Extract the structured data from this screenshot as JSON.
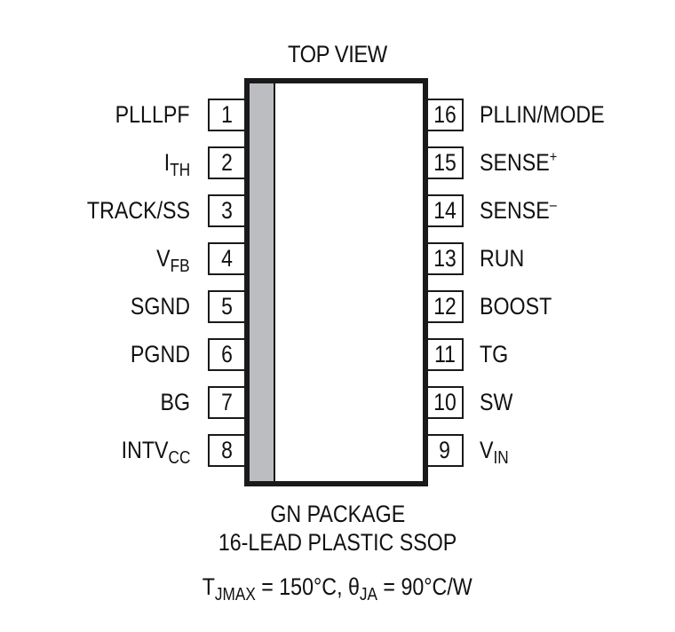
{
  "title": "TOP VIEW",
  "package": {
    "body_color": "#ffffff",
    "stripe_color": "#bcbdc0",
    "outline_color": "#1a1a1a"
  },
  "left_pins": [
    {
      "number": "1",
      "name": "PLLLPF",
      "sub": "",
      "sup": ""
    },
    {
      "number": "2",
      "name": "I",
      "sub": "TH",
      "sup": ""
    },
    {
      "number": "3",
      "name": "TRACK/SS",
      "sub": "",
      "sup": ""
    },
    {
      "number": "4",
      "name": "V",
      "sub": "FB",
      "sup": ""
    },
    {
      "number": "5",
      "name": "SGND",
      "sub": "",
      "sup": ""
    },
    {
      "number": "6",
      "name": "PGND",
      "sub": "",
      "sup": ""
    },
    {
      "number": "7",
      "name": "BG",
      "sub": "",
      "sup": ""
    },
    {
      "number": "8",
      "name": "INTV",
      "sub": "CC",
      "sup": ""
    }
  ],
  "right_pins": [
    {
      "number": "16",
      "name": "PLLIN/MODE",
      "sub": "",
      "sup": ""
    },
    {
      "number": "15",
      "name": "SENSE",
      "sub": "",
      "sup": "+"
    },
    {
      "number": "14",
      "name": "SENSE",
      "sub": "",
      "sup": "–"
    },
    {
      "number": "13",
      "name": "RUN",
      "sub": "",
      "sup": ""
    },
    {
      "number": "12",
      "name": "BOOST",
      "sub": "",
      "sup": ""
    },
    {
      "number": "11",
      "name": "TG",
      "sub": "",
      "sup": ""
    },
    {
      "number": "10",
      "name": "SW",
      "sub": "",
      "sup": ""
    },
    {
      "number": "9",
      "name": "V",
      "sub": "IN",
      "sup": ""
    }
  ],
  "footer": {
    "line1": "GN PACKAGE",
    "line2": "16-LEAD PLASTIC SSOP",
    "thermal": {
      "t_symbol": "T",
      "t_sub": "JMAX",
      "t_value": " = 150°C, ",
      "theta_symbol": "θ",
      "theta_sub": "JA",
      "theta_value": " = 90°C/W"
    }
  }
}
